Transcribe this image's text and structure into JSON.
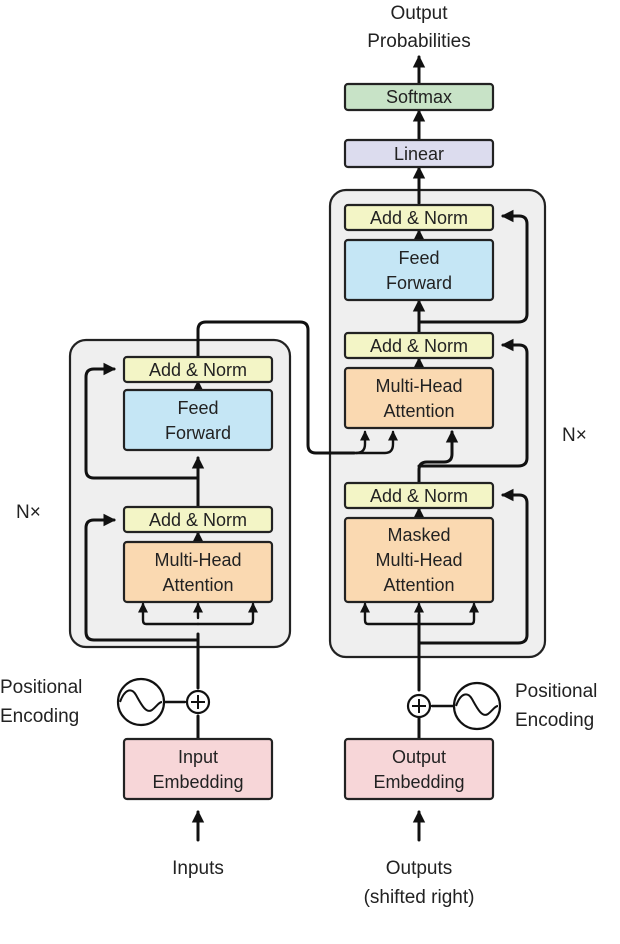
{
  "colors": {
    "add_norm": "#f3f5c6",
    "feed_forward": "#c5e6f5",
    "attention": "#fad9b1",
    "embedding": "#f7d6d8",
    "linear": "#dcdcee",
    "softmax": "#c8e3c7",
    "panel": "#efefef"
  },
  "icons": {
    "positional_encoding": "sine-wave-icon",
    "add": "circle-plus-icon"
  },
  "encoder": {
    "repeat_label": "N×",
    "add_norm_top": "Add & Norm",
    "feed_forward": [
      "Feed",
      "Forward"
    ],
    "add_norm_bottom": "Add & Norm",
    "attention": [
      "Multi-Head",
      "Attention"
    ],
    "positional_encoding": [
      "Positional",
      "Encoding"
    ],
    "embedding": [
      "Input",
      "Embedding"
    ],
    "input_label": "Inputs"
  },
  "decoder": {
    "repeat_label": "N×",
    "add_norm_top": "Add & Norm",
    "feed_forward": [
      "Feed",
      "Forward"
    ],
    "add_norm_mid": "Add & Norm",
    "cross_attention": [
      "Multi-Head",
      "Attention"
    ],
    "add_norm_bottom": "Add & Norm",
    "masked_attention": [
      "Masked",
      "Multi-Head",
      "Attention"
    ],
    "positional_encoding": [
      "Positional",
      "Encoding"
    ],
    "embedding": [
      "Output",
      "Embedding"
    ],
    "input_label": [
      "Outputs",
      "(shifted right)"
    ]
  },
  "head": {
    "linear": "Linear",
    "softmax": "Softmax",
    "output_label": [
      "Output",
      "Probabilities"
    ]
  }
}
